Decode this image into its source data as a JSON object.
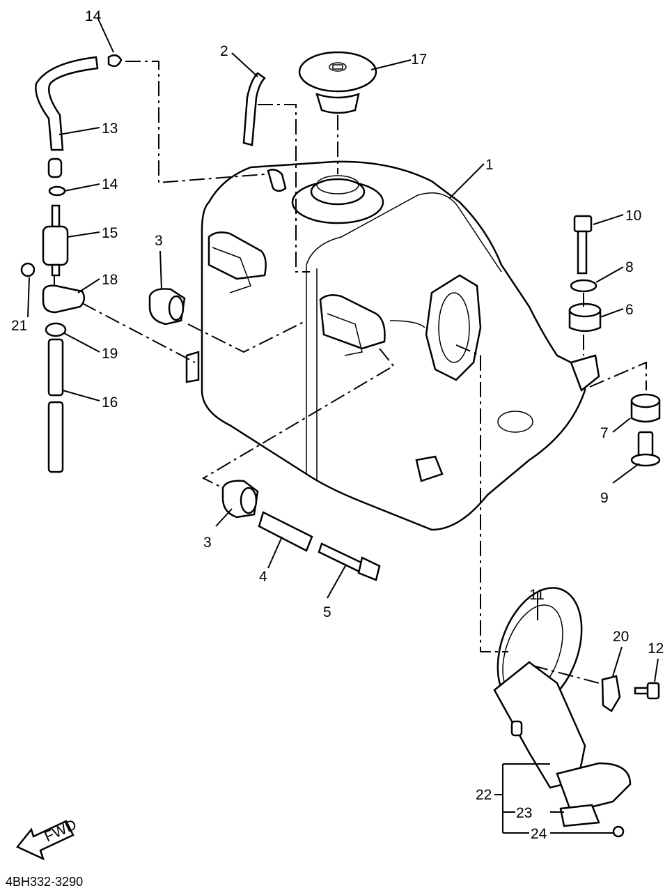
{
  "diagram_code": "4BH332-3290",
  "fwd_label": "FWD",
  "labels": {
    "p1": "1",
    "p2": "2",
    "p3a": "3",
    "p3b": "3",
    "p4": "4",
    "p5": "5",
    "p6": "6",
    "p7": "7",
    "p8": "8",
    "p9": "9",
    "p10": "10",
    "p11": "11",
    "p12": "12",
    "p13": "13",
    "p14a": "14",
    "p14b": "14",
    "p15": "15",
    "p16": "16",
    "p17": "17",
    "p18": "18",
    "p19": "19",
    "p20": "20",
    "p21": "21",
    "p22": "22",
    "p23": "23",
    "p24": "24"
  }
}
